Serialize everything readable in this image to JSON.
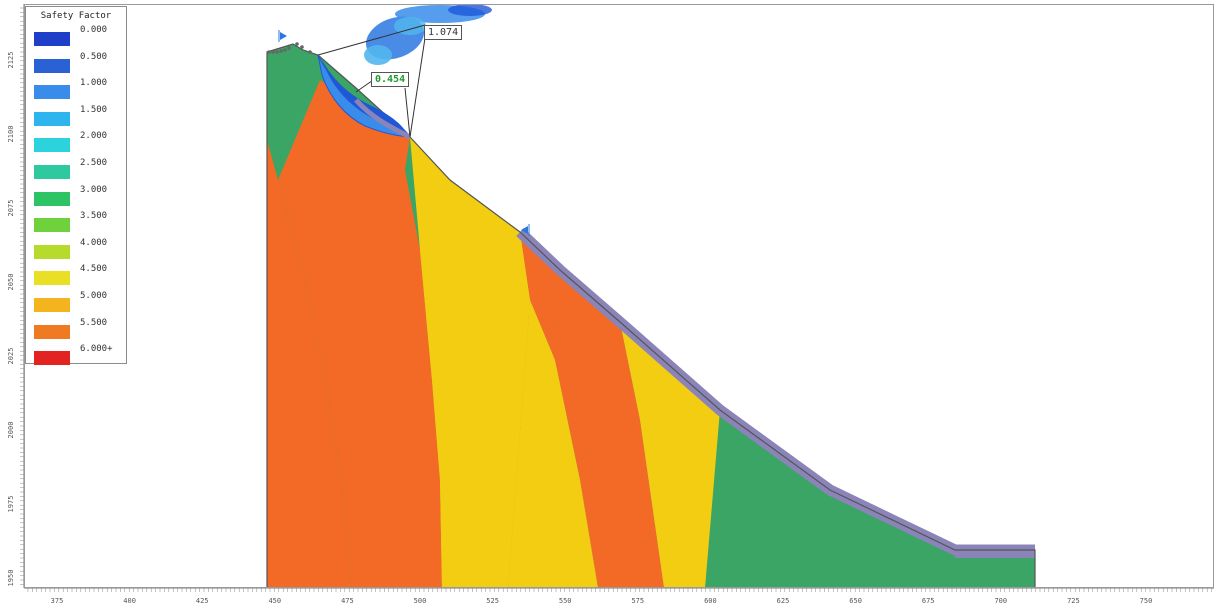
{
  "legend": {
    "title": "Safety Factor",
    "entries": [
      {
        "label": "0.000",
        "color": "#1f3fc8"
      },
      {
        "label": "0.500",
        "color": "#2a62d6"
      },
      {
        "label": "1.000",
        "color": "#3a8cea"
      },
      {
        "label": "1.500",
        "color": "#2fb5ee"
      },
      {
        "label": "2.000",
        "color": "#2cd2dc"
      },
      {
        "label": "2.500",
        "color": "#2fc9a0"
      },
      {
        "label": "3.000",
        "color": "#2ec466"
      },
      {
        "label": "3.500",
        "color": "#6fd23c"
      },
      {
        "label": "4.000",
        "color": "#b6db2c"
      },
      {
        "label": "4.500",
        "color": "#e9df24"
      },
      {
        "label": "5.000",
        "color": "#f3b41f"
      },
      {
        "label": "5.500",
        "color": "#ef7a22"
      },
      {
        "label": "6.000+",
        "color": "#e32222"
      }
    ]
  },
  "fs_labels": {
    "global": "1.074",
    "critical": "0.454"
  },
  "axes": {
    "x_ticks": [
      "375",
      "400",
      "425",
      "450",
      "475",
      "500",
      "525",
      "550",
      "575",
      "600",
      "625",
      "650",
      "675",
      "700",
      "725",
      "750"
    ],
    "y_ticks": [
      "2125",
      "2100",
      "2075",
      "2050",
      "2025",
      "2000",
      "1975",
      "1950"
    ]
  },
  "colors": {
    "green": "#3aa565",
    "orange": "#f26a26",
    "yellow": "#f3cd12",
    "purple": "#8b84b8",
    "blue_dark": "#1e58d8",
    "blue_light": "#52b6ee"
  }
}
